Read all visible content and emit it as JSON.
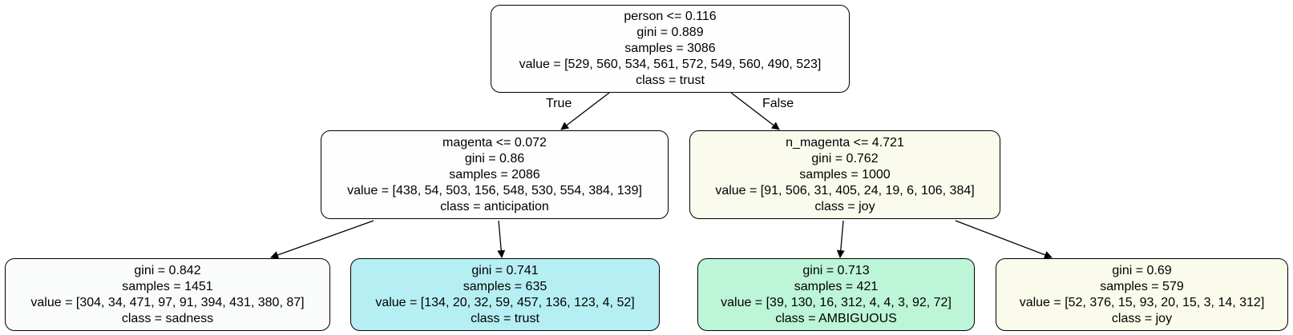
{
  "nodes": {
    "root": {
      "split": "person <= 0.116",
      "gini": "gini = 0.889",
      "samples": "samples = 3086",
      "value": "value = [529, 560, 534, 561, 572, 549, 560, 490, 523]",
      "class": "class = trust",
      "fill": "#fefefe"
    },
    "left": {
      "split": "magenta <= 0.072",
      "gini": "gini = 0.86",
      "samples": "samples = 2086",
      "value": "value = [438, 54, 503, 156, 548, 530, 554, 384, 139]",
      "class": "class = anticipation",
      "fill": "#fdfdfd"
    },
    "right": {
      "split": "n_magenta <= 4.721",
      "gini": "gini = 0.762",
      "samples": "samples = 1000",
      "value": "value = [91, 506, 31, 405, 24, 19, 6, 106, 384]",
      "class": "class = joy",
      "fill": "#fafbed"
    },
    "leaf1": {
      "gini": "gini = 0.842",
      "samples": "samples = 1451",
      "value": "value = [304, 34, 471, 97, 91, 394, 431, 380, 87]",
      "class": "class = sadness",
      "fill": "#fafcfb"
    },
    "leaf2": {
      "gini": "gini = 0.741",
      "samples": "samples = 635",
      "value": "value = [134, 20, 32, 59, 457, 136, 123, 4, 52]",
      "class": "class = trust",
      "fill": "#b6eff3"
    },
    "leaf3": {
      "gini": "gini = 0.713",
      "samples": "samples = 421",
      "value": "value = [39, 130, 16, 312, 4, 4, 3, 92, 72]",
      "class": "class = AMBIGUOUS",
      "fill": "#bdf5d8"
    },
    "leaf4": {
      "gini": "gini = 0.69",
      "samples": "samples = 579",
      "value": "value = [52, 376, 15, 93, 20, 15, 3, 14, 312]",
      "class": "class = joy",
      "fill": "#fafbeb"
    }
  },
  "edge_labels": {
    "true_label": "True",
    "false_label": "False"
  }
}
